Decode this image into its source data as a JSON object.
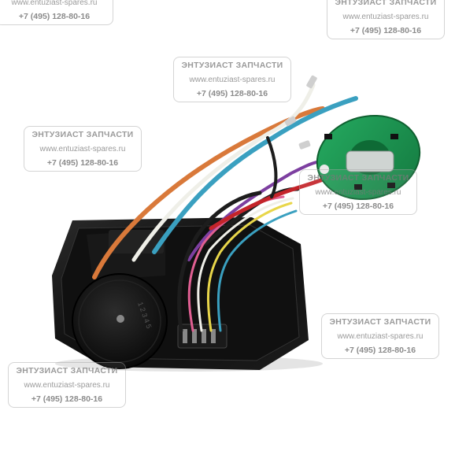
{
  "watermark": {
    "title": "ЭНТУЗИАСТ ЗАПЧАСТИ",
    "url": "www.entuziast-spares.ru",
    "phone": "+7 (495) 128-80-16"
  },
  "colors": {
    "housing": "#141414",
    "pcb": "#1f9a55",
    "wire_orange": "#d9793a",
    "wire_blue": "#3aa0c0",
    "wire_red": "#c4242a",
    "wire_white": "#efefe8",
    "wire_yellow": "#e8d64a",
    "wire_pink": "#e05f92",
    "wire_purple": "#7d3fa0",
    "wire_black": "#1d1d1d"
  }
}
